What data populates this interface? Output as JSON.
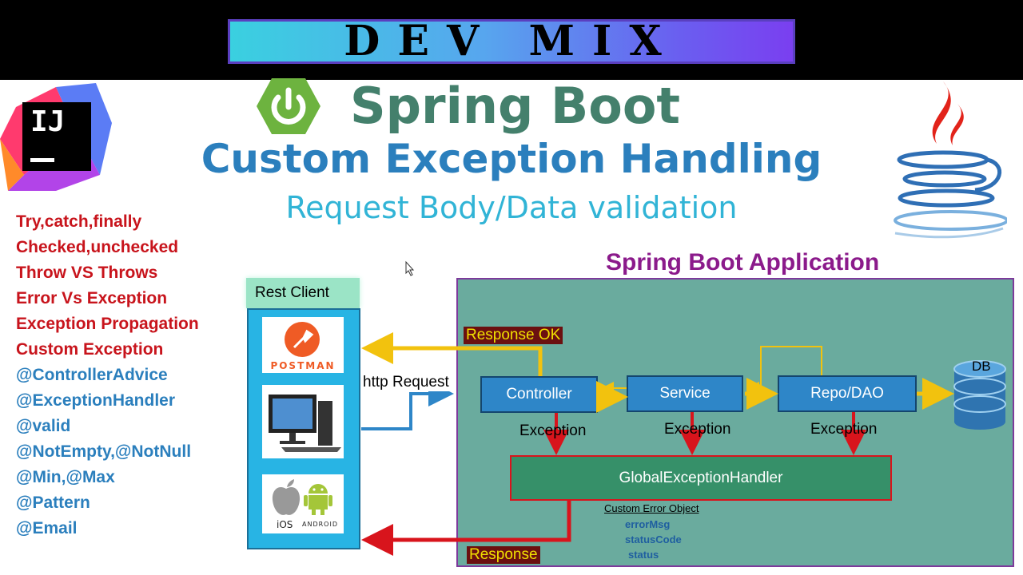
{
  "banner": {
    "text": "DEV MIX"
  },
  "header": {
    "title": "Spring Boot",
    "subtitle": "Custom Exception Handling",
    "subtitle2": "Request Body/Data validation"
  },
  "logos": {
    "intellij": "IJ",
    "spring_icon": "power-icon",
    "java_icon": "java-cup-icon"
  },
  "topics": [
    {
      "text": "Try,catch,finally",
      "color": "#c8141c"
    },
    {
      "text": "Checked,unchecked",
      "color": "#c8141c"
    },
    {
      "text": "Throw VS Throws",
      "color": "#c8141c"
    },
    {
      "text": "Error Vs Exception",
      "color": "#c8141c"
    },
    {
      "text": "Exception Propagation",
      "color": "#c8141c"
    },
    {
      "text": "Custom Exception",
      "color": "#c8141c"
    },
    {
      "text": "@ControllerAdvice",
      "color": "#2b7fbd"
    },
    {
      "text": "@ExceptionHandler",
      "color": "#2b7fbd"
    },
    {
      "text": "@valid",
      "color": "#2b7fbd"
    },
    {
      "text": "@NotEmpty,@NotNull",
      "color": "#2b7fbd"
    },
    {
      "text": "@Min,@Max",
      "color": "#2b7fbd"
    },
    {
      "text": "@Pattern",
      "color": "#2b7fbd"
    },
    {
      "text": "@Email",
      "color": "#2b7fbd"
    }
  ],
  "diagram": {
    "app_title": "Spring Boot Application",
    "rest_client": "Rest Client",
    "postman": "POSTMAN",
    "ios_label": "iOS",
    "android_label": "ANDROID",
    "http_request": "http Request",
    "response_ok": "Response    OK",
    "components": {
      "controller": "Controller",
      "service": "Service",
      "repo": "Repo/DAO"
    },
    "db": "DB",
    "exception": "Exception",
    "handler": "GlobalExceptionHandler",
    "custom_error_object": "Custom Error Object",
    "error_fields": [
      "errorMsg",
      "statusCode",
      "status"
    ],
    "response": "Response",
    "colors": {
      "success_arrow": "#f2c20e",
      "error_arrow": "#d8141c",
      "request_arrow": "#2e86c8"
    }
  }
}
